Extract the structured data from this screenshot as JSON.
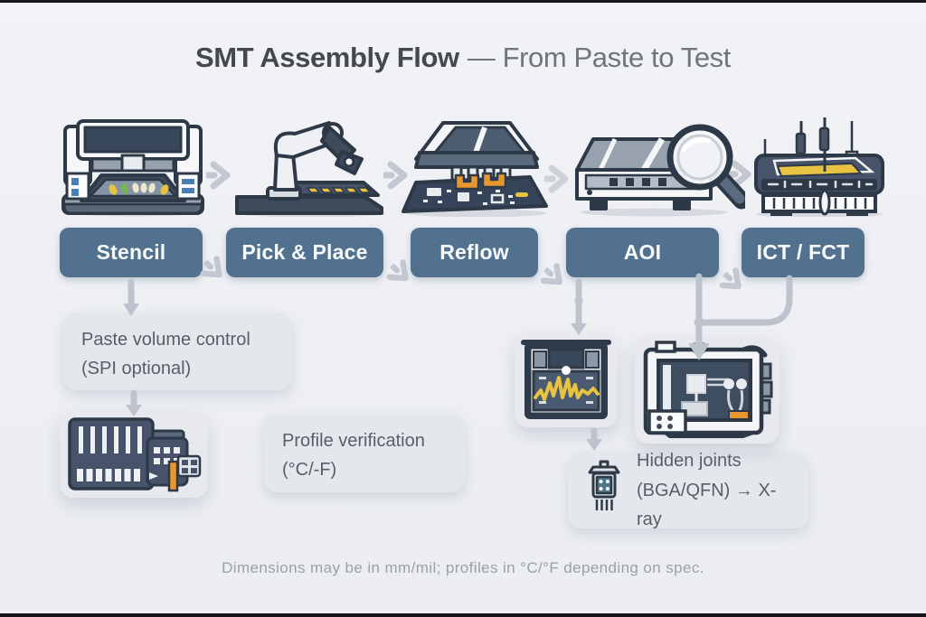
{
  "title": {
    "main": "SMT Assembly Flow",
    "sub": "— From Paste to Test"
  },
  "steps": [
    {
      "label": "Stencil"
    },
    {
      "label": "Pick & Place"
    },
    {
      "label": "Reflow"
    },
    {
      "label": "AOI"
    },
    {
      "label": "ICT / FCT"
    }
  ],
  "machines": [
    {
      "name": "stencil-printer"
    },
    {
      "name": "pick-and-place-robot-arm"
    },
    {
      "name": "reflow-oven"
    },
    {
      "name": "aoi-inspection-with-magnifier"
    },
    {
      "name": "ict-fct-bed-of-nails-tester"
    }
  ],
  "detail_tiles": [
    {
      "name": "spi-paste-inspection-equipment"
    },
    {
      "name": "profile-graph-monitor"
    },
    {
      "name": "xray-inspection-machine"
    }
  ],
  "annotations": {
    "paste_volume": {
      "line1": "Paste volume control",
      "line2": "(SPI optional)"
    },
    "profile_verification": {
      "line1": "Profile verification",
      "line2": "(°C/-F)"
    },
    "hidden_joints": {
      "line1": "Hidden joints",
      "line2": "(BGA/QFN) → X-ray"
    }
  },
  "footer": "Dimensions may be in mm/mil; profiles in °C/°F depending on spec.",
  "colors": {
    "background": "#eef0f4",
    "step_box": "#51718f",
    "step_text": "#f7fafc",
    "annotation_box": "#e4e7ec",
    "annotation_text": "#585e68",
    "tile": "#e7e9ee",
    "arrow_gray": "#bcc3cd",
    "machine_outline": "#2e3947",
    "accent_yellow": "#e7c341",
    "accent_green": "#7ab257",
    "accent_orange": "#e8972f",
    "title_main": "#45484f",
    "title_sub": "#6f747d",
    "footer_text": "#9aa1ab"
  }
}
